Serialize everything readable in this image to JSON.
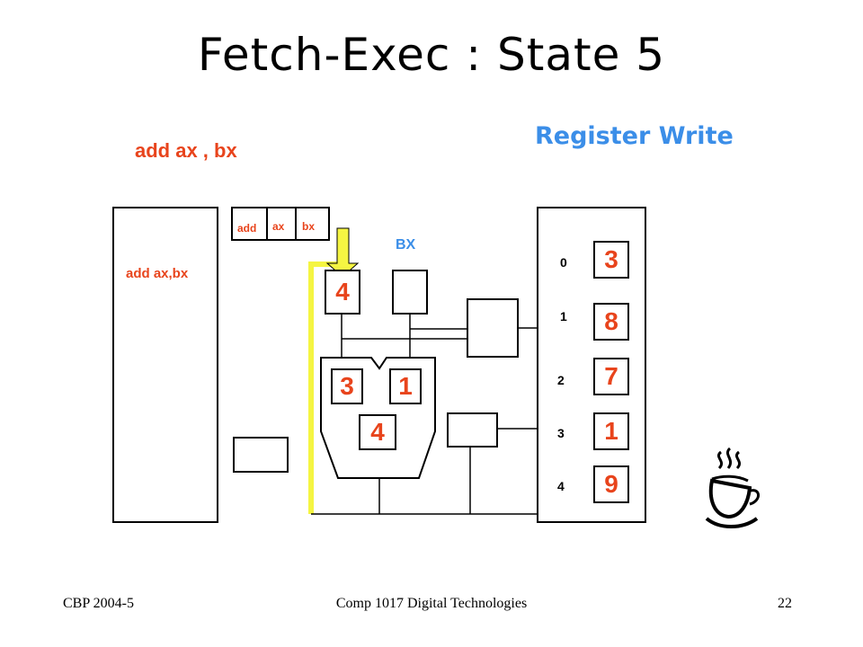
{
  "slide": {
    "title": "Fetch-Exec : State 5",
    "subtitle": "Register Write",
    "instruction": "add ax , bx"
  },
  "memory": {
    "content": "add ax,bx"
  },
  "ir": {
    "opcode": "add",
    "op1": "ax",
    "op2": "bx"
  },
  "bx_label": "BX",
  "alu": {
    "input_a": "3",
    "input_b": "1",
    "output": "4",
    "latch_a": "4"
  },
  "registers": {
    "indices": [
      "0",
      "1",
      "2",
      "3",
      "4"
    ],
    "values": [
      "3",
      "8",
      "7",
      "1",
      "9"
    ]
  },
  "colors": {
    "accent_orange": "#e8441c",
    "accent_blue": "#3b8ee8",
    "highlight_yellow": "#f5f542"
  },
  "icon": "java-coffee-cup-icon",
  "footer": {
    "left": "CBP 2004-5",
    "center": "Comp 1017  Digital Technologies",
    "right": "22"
  }
}
